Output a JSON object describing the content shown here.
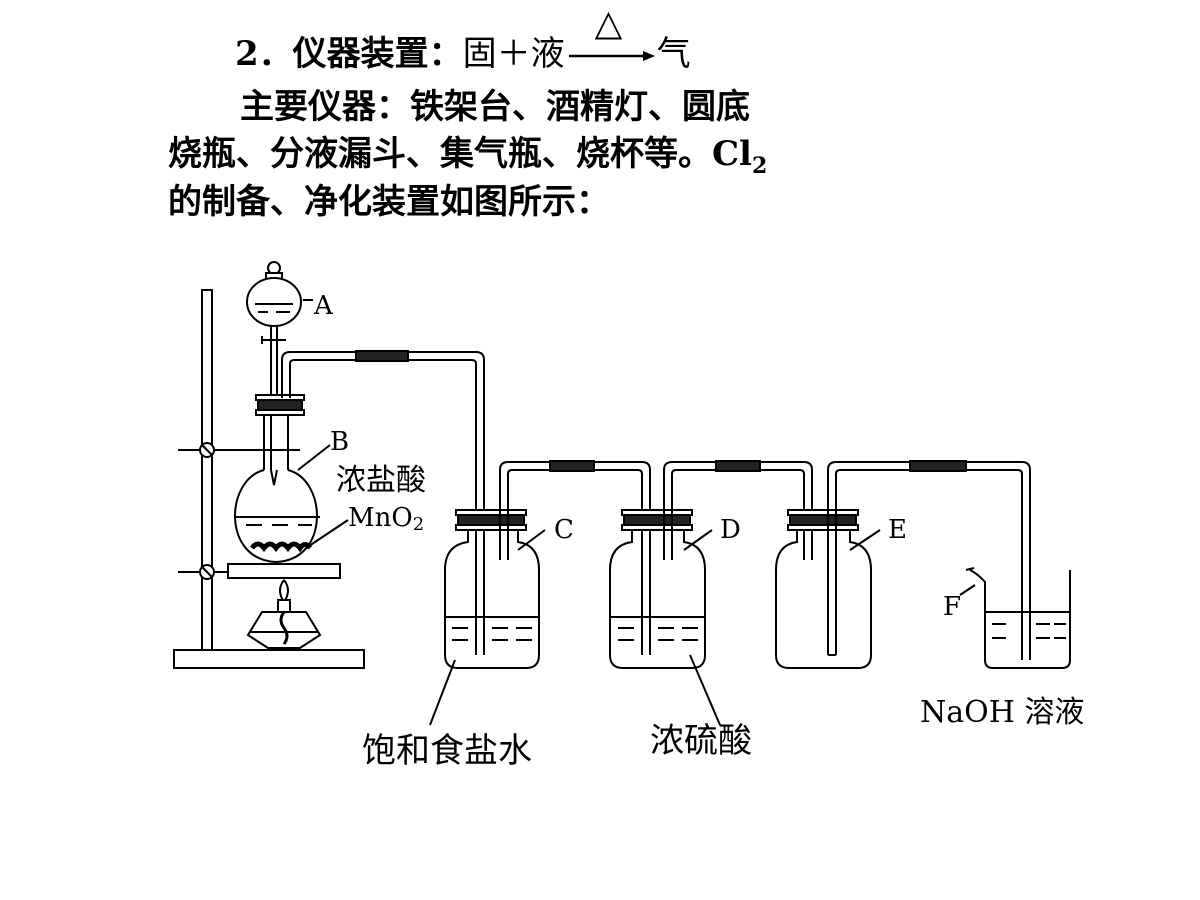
{
  "heading": {
    "number": "2．",
    "label": "仪器装置：",
    "reaction_left": "固＋液",
    "condition_symbol": "△",
    "reaction_right": "气"
  },
  "description": {
    "line1": "主要仪器：铁架台、酒精灯、圆底",
    "line2_text": "烧瓶、分液漏斗、集气瓶、烧杯等。",
    "line2_formula": "Cl",
    "line2_formula_sub": "2",
    "line3": "的制备、净化装置如图所示："
  },
  "diagram": {
    "labels": {
      "A": "A",
      "B": "B",
      "C": "C",
      "D": "D",
      "E": "E",
      "F": "F"
    },
    "reagents": {
      "conc_hcl": "浓盐酸",
      "mno2_main": "MnO",
      "mno2_sub": "2",
      "sat_brine": "饱和食盐水",
      "conc_h2so4": "浓硫酸",
      "naoh": "NaOH 溶液"
    }
  }
}
